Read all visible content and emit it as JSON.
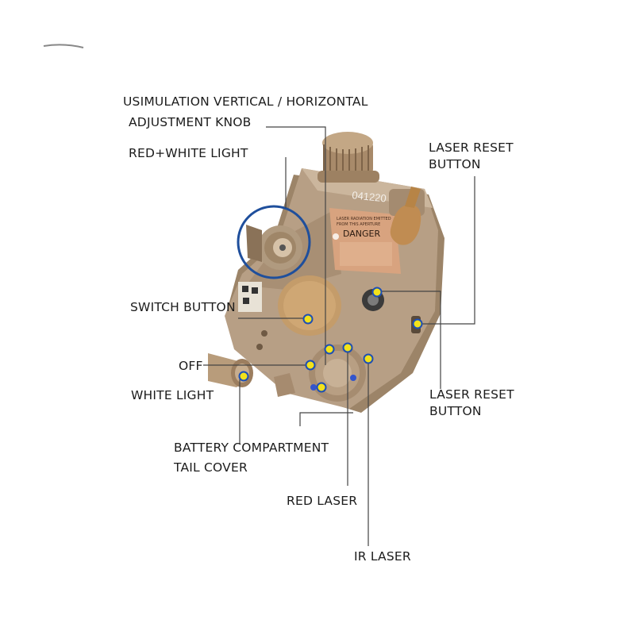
{
  "colors": {
    "body": "#b79f85",
    "body_dark": "#8c765e",
    "body_light": "#cbb69d",
    "leader": "#444444",
    "circle": "#1f4f9c",
    "dot": "#f2e21b",
    "dot_ring": "#1d4fb5"
  },
  "device": {
    "serial": "041220",
    "warning_title": "DANGER",
    "warning_line1": "LASER RADIATION EMITTED",
    "warning_line2": "FROM THIS APERTURE"
  },
  "labels": {
    "simulation_line1": "USIMULATION VERTICAL / HORIZONTAL",
    "simulation_line2": "ADJUSTMENT KNOB",
    "red_white_light": "RED+WHITE LIGHT",
    "switch_button": "SWITCH  BUTTON",
    "off": "OFF",
    "white_light": "WHITE LIGHT",
    "battery_line1": "BATTERY COMPARTMENT",
    "battery_line2": "TAIL COVER",
    "red_laser": "RED LASER",
    "ir_laser": "IR LASER",
    "laser_reset_top_line1": "LASER RESET",
    "laser_reset_top_line2": "BUTTON",
    "laser_reset_bottom_line1": "LASER RESET",
    "laser_reset_bottom_line2": "BUTTON"
  }
}
